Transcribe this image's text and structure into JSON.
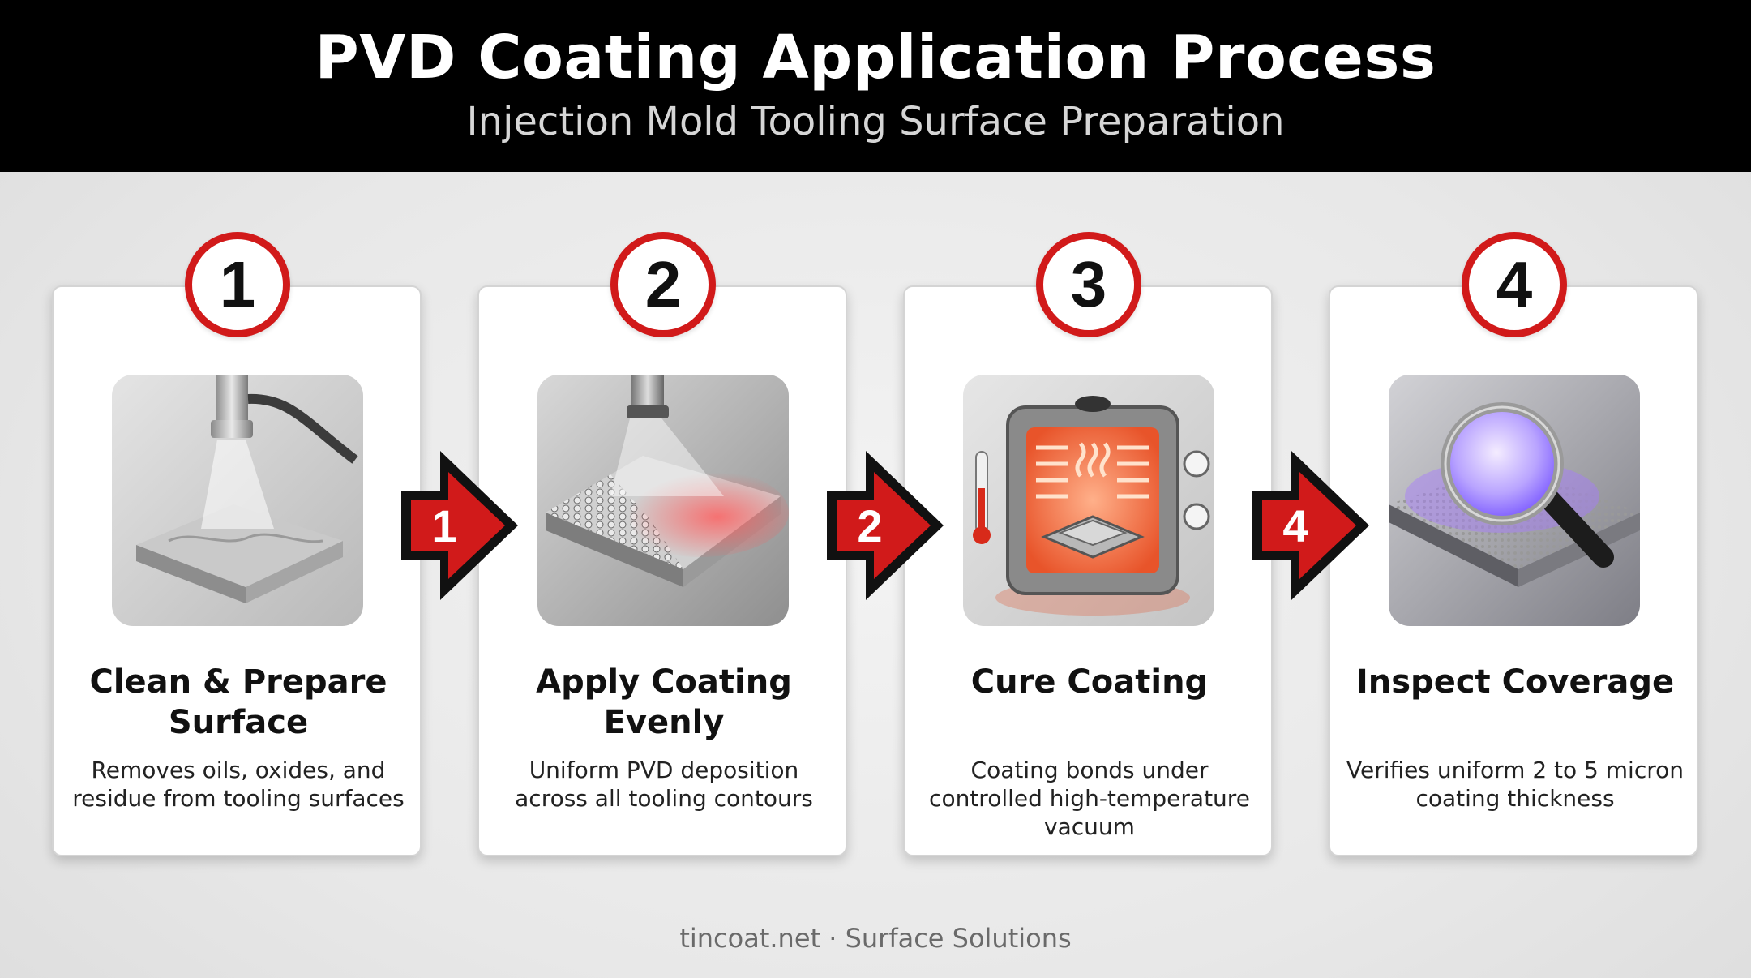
{
  "header": {
    "title": "PVD Coating Application Process",
    "subtitle": "Injection Mold Tooling Surface Preparation"
  },
  "steps": [
    {
      "number": "1",
      "icon": "spray-nozzle-cleaning-icon",
      "title": "Clean & Prepare Surface",
      "description": "Removes oils, oxides, and residue from tooling surfaces"
    },
    {
      "number": "2",
      "icon": "coating-deposition-icon",
      "title": "Apply Coating Evenly",
      "description": "Uniform PVD deposition across all tooling contours"
    },
    {
      "number": "3",
      "icon": "curing-oven-icon",
      "title": "Cure Coating",
      "description": "Coating bonds under controlled high-temperature vacuum"
    },
    {
      "number": "4",
      "icon": "magnifying-glass-inspection-icon",
      "title": "Inspect Coverage",
      "description": "Verifies uniform 2 to 5 micron coating thickness"
    }
  ],
  "arrows": [
    {
      "label": "1"
    },
    {
      "label": "2"
    },
    {
      "label": "4"
    }
  ],
  "footer": {
    "text": "tincoat.net · Surface Solutions"
  },
  "colors": {
    "accent_red": "#d11a1a",
    "header_bg": "#000000",
    "card_bg": "#ffffff"
  }
}
